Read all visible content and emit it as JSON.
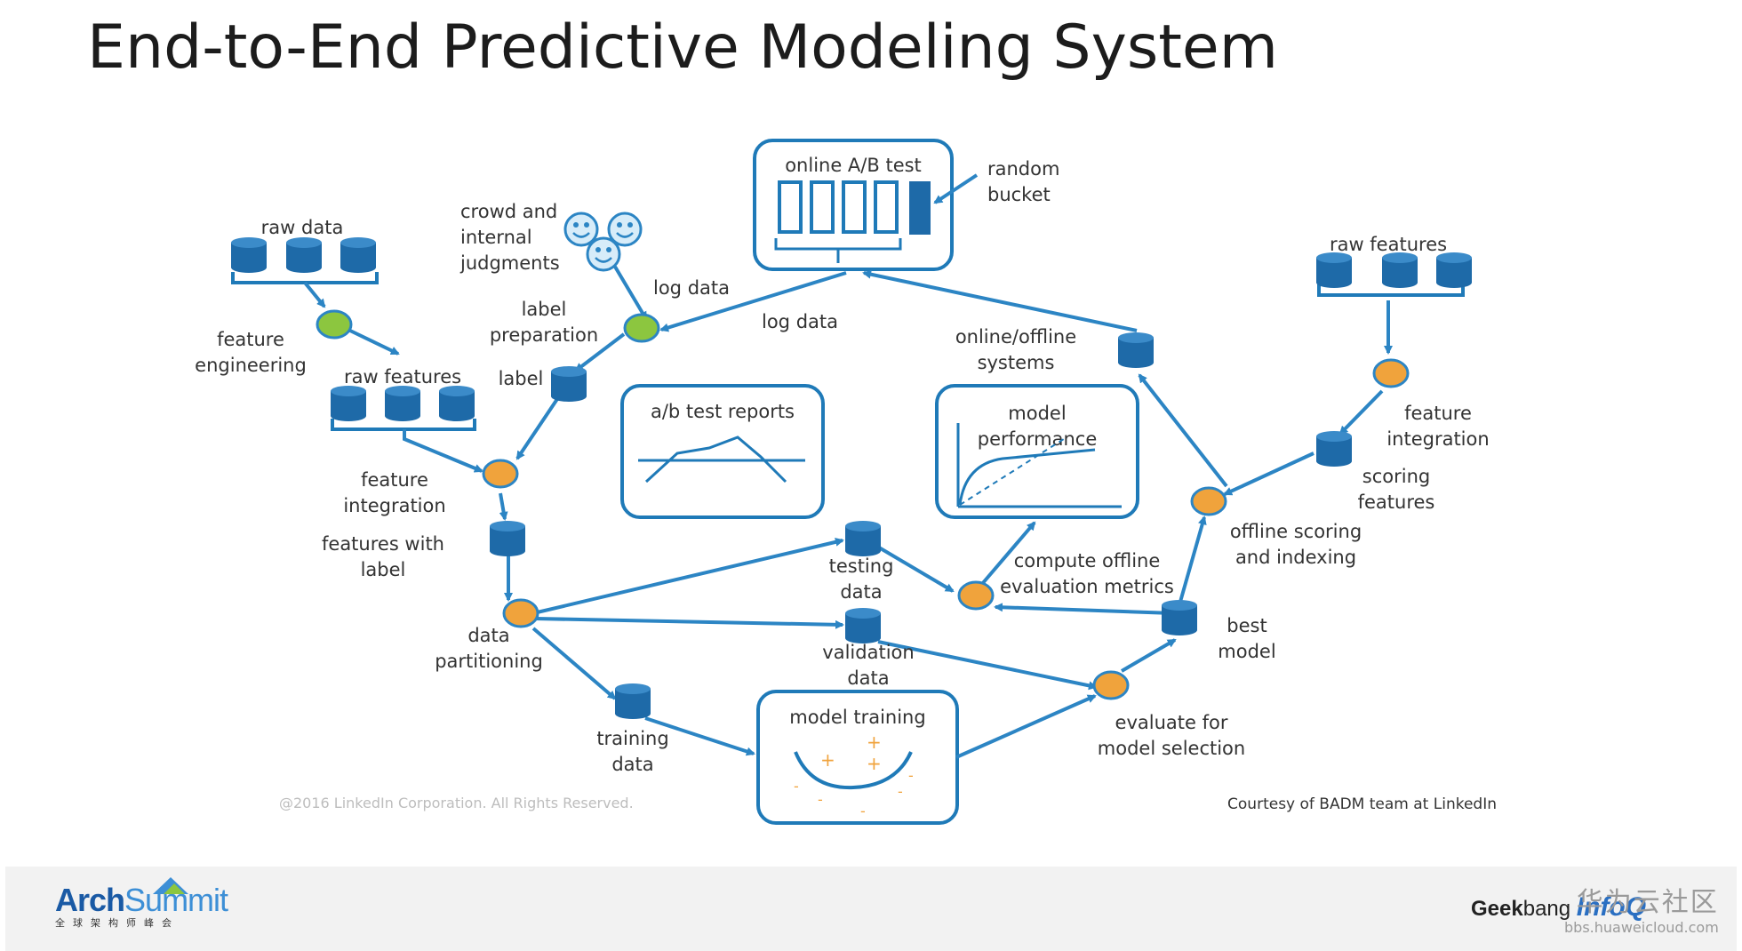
{
  "title": "End-to-End Predictive Modeling System",
  "boxes": {
    "ab_test": "online A/B test",
    "ab_reports": "a/b test reports",
    "model_performance": "model performance",
    "model_training": "model training"
  },
  "labels": {
    "raw_data": "raw data",
    "feature_engineering": [
      "feature",
      "engineering"
    ],
    "raw_features_left": "raw features",
    "crowd": [
      "crowd and",
      "internal",
      "judgments"
    ],
    "label_preparation": [
      "label",
      "preparation"
    ],
    "label": "label",
    "log_data_1": "log  data",
    "log_data_2": "log  data",
    "random_bucket": [
      "random",
      "bucket"
    ],
    "raw_features_right": "raw features",
    "online_offline": [
      "online/offline",
      "systems"
    ],
    "feature_integration_left": [
      "feature",
      "integration"
    ],
    "features_with_label": [
      "features with",
      "label"
    ],
    "feature_integration_right": [
      "feature",
      "integration"
    ],
    "scoring_features": [
      "scoring",
      "features"
    ],
    "offline_scoring": [
      "offline scoring",
      "and indexing"
    ],
    "testing_data": [
      "testing",
      "data"
    ],
    "compute_offline": [
      "compute offline",
      "evaluation metrics"
    ],
    "best_model": [
      "best",
      "model"
    ],
    "data_partitioning": [
      "data",
      "partitioning"
    ],
    "validation_data": [
      "validation",
      "data"
    ],
    "training_data": [
      "training",
      "data"
    ],
    "evaluate": [
      "evaluate for",
      "model selection"
    ]
  },
  "copyright": "@2016 LinkedIn Corporation. All Rights Reserved.",
  "courtesy": "Courtesy of BADM team at LinkedIn",
  "footer": {
    "arch_logo_a": "Arch",
    "arch_logo_b": "Summit",
    "arch_sub": "全球架构师峰会",
    "geek_a": "Geek",
    "geek_b": "bang",
    "infoq": "InfoQ",
    "watermark_line1": "华为云社区",
    "watermark_line2": "bbs.huaweicloud.com"
  },
  "colors": {
    "accent": "#2278b5",
    "arrow": "#2c85c4",
    "box_border": "#1f7ab8",
    "db": "#1e6aa8",
    "node_orange": "#f0a33c",
    "node_green": "#8cc63f"
  }
}
